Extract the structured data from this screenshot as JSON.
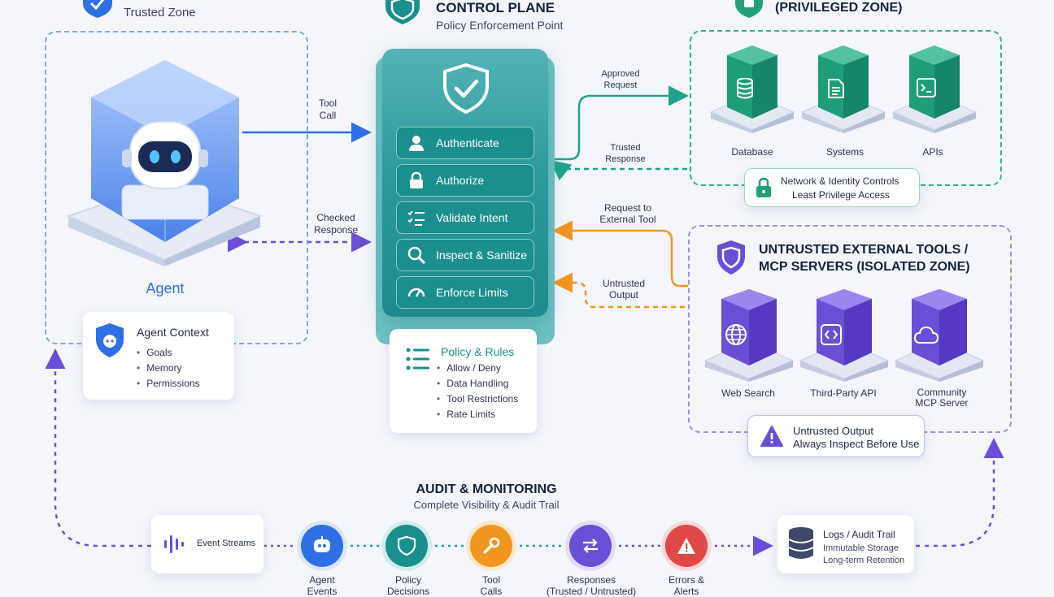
{
  "trusted": {
    "zone_subtitle": "Trusted Zone",
    "agent_label": "Agent",
    "context": {
      "title": "Agent Context",
      "items": [
        "Goals",
        "Memory",
        "Permissions"
      ]
    }
  },
  "control_plane": {
    "title": "CONTROL PLANE",
    "subtitle": "Policy Enforcement Point",
    "steps": [
      "Authenticate",
      "Authorize",
      "Validate Intent",
      "Inspect & Sanitize",
      "Enforce Limits"
    ],
    "policy": {
      "title": "Policy & Rules",
      "items": [
        "Allow / Deny",
        "Data Handling",
        "Tool Restrictions",
        "Rate Limits"
      ]
    }
  },
  "flows": {
    "tool_call": [
      "Tool",
      "Call"
    ],
    "checked_response": [
      "Checked",
      "Response"
    ],
    "approved_request": [
      "Approved",
      "Request"
    ],
    "trusted_response": [
      "Trusted",
      "Response"
    ],
    "request_external": [
      "Request to",
      "External Tool"
    ],
    "untrusted_output": [
      "Untrusted",
      "Output"
    ]
  },
  "privileged": {
    "title": "(PRIVILEGED ZONE)",
    "resources": [
      "Database",
      "Systems",
      "APIs"
    ],
    "controls": [
      "Network & Identity Controls",
      "Least Privilege Access"
    ]
  },
  "external": {
    "title_lines": [
      "UNTRUSTED EXTERNAL TOOLS /",
      "MCP SERVERS (ISOLATED ZONE)"
    ],
    "tools": [
      [
        "Web Search"
      ],
      [
        "Third-Party API"
      ],
      [
        "Community",
        "MCP Server"
      ]
    ],
    "warning": [
      "Untrusted Output",
      "Always Inspect Before Use"
    ]
  },
  "audit": {
    "title": "AUDIT & MONITORING",
    "subtitle": "Complete Visibility & Audit Trail",
    "event_streams": "Event Streams",
    "events": [
      [
        "Agent",
        "Events"
      ],
      [
        "Policy",
        "Decisions"
      ],
      [
        "Tool",
        "Calls"
      ],
      [
        "Responses",
        "(Trusted / Untrusted)"
      ],
      [
        "Errors &",
        "Alerts"
      ]
    ],
    "logs": {
      "title": "Logs / Audit Trail",
      "lines": [
        "Immutable Storage",
        "Long-term Retention"
      ]
    }
  },
  "colors": {
    "blue": "#2f6fe6",
    "teal": "#1b8f8d",
    "green": "#22a07a",
    "orange": "#f0961f",
    "purple": "#6a4fd6",
    "red": "#e04848"
  }
}
